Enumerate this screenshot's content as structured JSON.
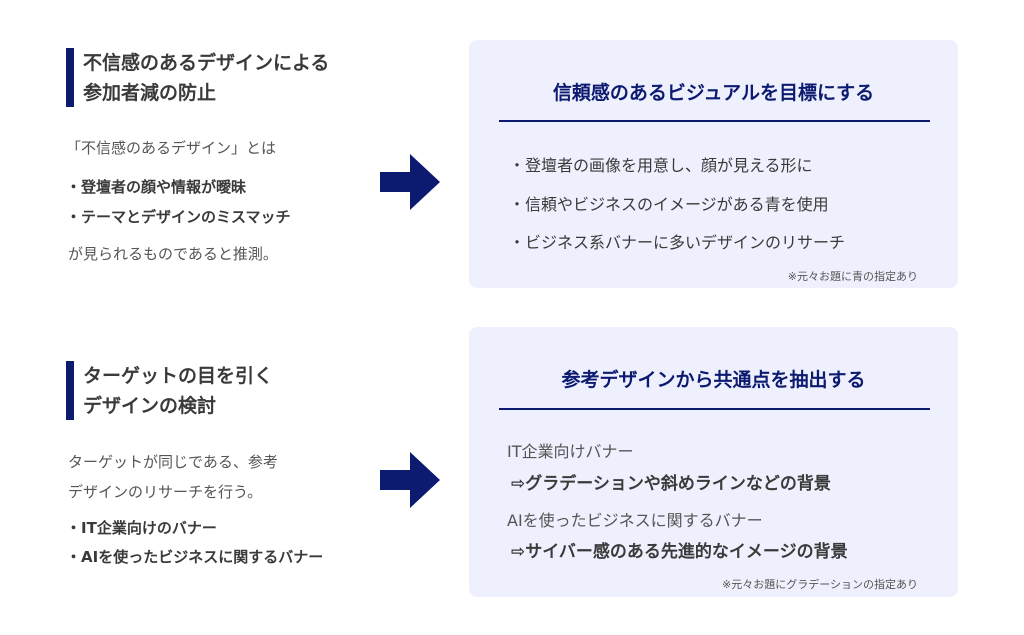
{
  "colors": {
    "accent": "#0c1a70",
    "panel_bg": "#eef0fd"
  },
  "section1": {
    "heading": [
      "不信感のあるデザインによる",
      "参加者減の防止"
    ],
    "intro": "「不信感のあるデザイン」とは",
    "bullets": [
      "・登壇者の顔や情報が曖昧",
      "・テーマとデザインのミスマッチ"
    ],
    "conclusion": "が見られるものであると推測。",
    "panel": {
      "title": "信頼感のあるビジュアルを目標にする",
      "items": [
        "・登壇者の画像を用意し、顔が見える形に",
        "・信頼やビジネスのイメージがある青を使用",
        "・ビジネス系バナーに多いデザインのリサーチ"
      ],
      "note": "※元々お題に青の指定あり"
    }
  },
  "section2": {
    "heading": [
      "ターゲットの目を引く",
      "デザインの検討"
    ],
    "intro": [
      "ターゲットが同じである、参考",
      "デザインのリサーチを行う。"
    ],
    "bullets": [
      "・IT企業向けのバナー",
      "・AIを使ったビジネスに関するバナー"
    ],
    "panel": {
      "title": "参考デザインから共通点を抽出する",
      "items": [
        {
          "label": "IT企業向けバナー",
          "detail": "⇨グラデーションや斜めラインなどの背景"
        },
        {
          "label": "AIを使ったビジネスに関するバナー",
          "detail": "⇨サイバー感のある先進的なイメージの背景"
        }
      ],
      "note": "※元々お題にグラデーションの指定あり"
    }
  }
}
